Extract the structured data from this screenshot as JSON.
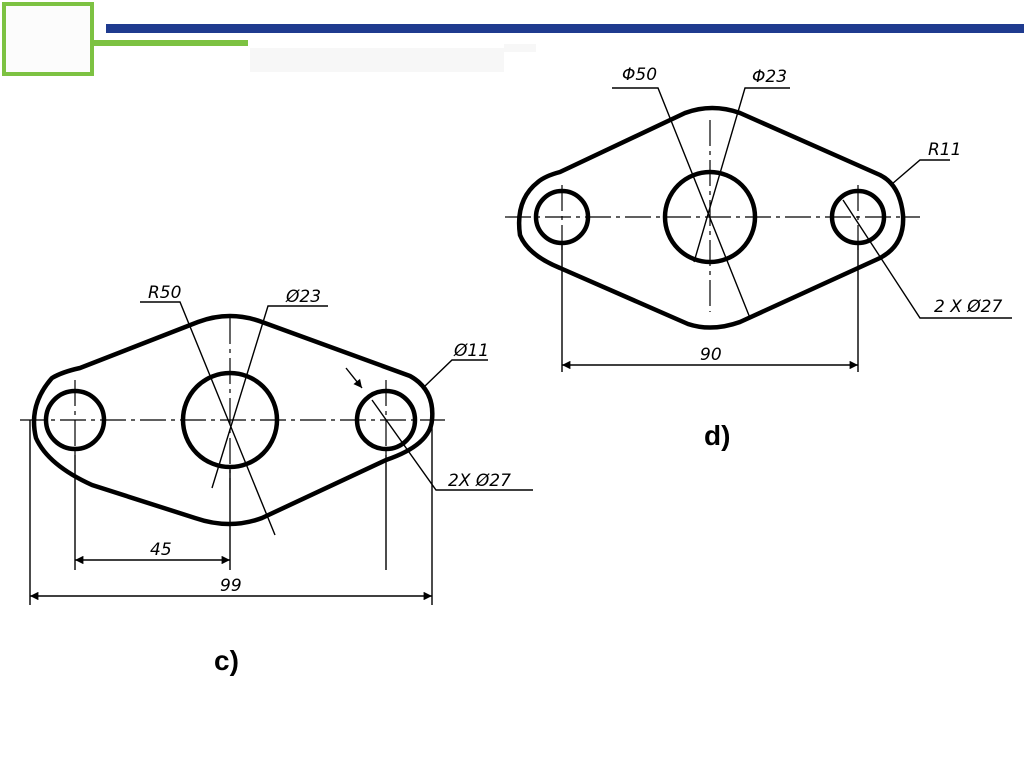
{
  "captions": {
    "c": "c)",
    "d": "d)"
  },
  "drawing_c": {
    "labels": {
      "radius": "R50",
      "center_diameter": "Ø23",
      "hole_diameter": "Ø11",
      "bore_diameter": "2X Ø27",
      "half_width": "45",
      "overall_width": "99"
    }
  },
  "drawing_d": {
    "labels": {
      "outer_diameter": "Φ50",
      "center_diameter": "Φ23",
      "radius": "R11",
      "hole_diameter": "2 X Ø27",
      "hole_spacing": "90"
    }
  },
  "colors": {
    "accent_green": "#7dc242",
    "header_blue": "#1f3b8f",
    "ink": "#000000"
  }
}
